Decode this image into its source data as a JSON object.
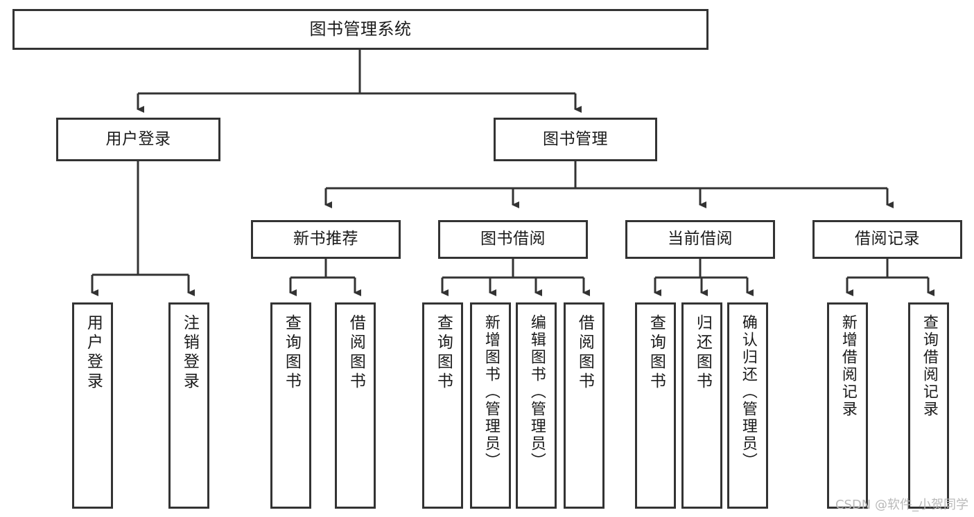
{
  "diagram": {
    "type": "tree",
    "title": "图书管理系统",
    "watermark": "CSDN @软件_小贺同学",
    "colors": {
      "box_border": "#333333",
      "box_fill": "#ffffff",
      "connector": "#333333",
      "text": "#1a1a1a",
      "watermark": "#b9b9b9"
    },
    "nodes": {
      "root": {
        "label": "图书管理系统"
      },
      "level2": [
        {
          "id": "user-login",
          "label": "用户登录"
        },
        {
          "id": "book-manage",
          "label": "图书管理"
        }
      ],
      "level3": [
        {
          "id": "new-book-recommend",
          "label": "新书推荐"
        },
        {
          "id": "book-borrow",
          "label": "图书借阅"
        },
        {
          "id": "current-borrow",
          "label": "当前借阅"
        },
        {
          "id": "borrow-record",
          "label": "借阅记录"
        }
      ],
      "leaves": {
        "user_login": [
          {
            "id": "leaf-user-login",
            "label": "用户登录"
          },
          {
            "id": "leaf-logout",
            "label": "注销登录"
          }
        ],
        "new_book_recommend": [
          {
            "id": "leaf-query-book-1",
            "label": "查询图书"
          },
          {
            "id": "leaf-borrow-book-1",
            "label": "借阅图书"
          }
        ],
        "book_borrow": [
          {
            "id": "leaf-query-book-2",
            "label": "查询图书"
          },
          {
            "id": "leaf-add-book",
            "label": "新增图书（管理员）"
          },
          {
            "id": "leaf-edit-book",
            "label": "编辑图书（管理员）"
          },
          {
            "id": "leaf-borrow-book-2",
            "label": "借阅图书"
          }
        ],
        "current_borrow": [
          {
            "id": "leaf-query-book-3",
            "label": "查询图书"
          },
          {
            "id": "leaf-return-book",
            "label": "归还图书"
          },
          {
            "id": "leaf-confirm-return",
            "label": "确认归还（管理员）"
          }
        ],
        "borrow_record": [
          {
            "id": "leaf-add-record",
            "label": "新增借阅记录"
          },
          {
            "id": "leaf-query-record",
            "label": "查询借阅记录"
          }
        ]
      }
    }
  }
}
